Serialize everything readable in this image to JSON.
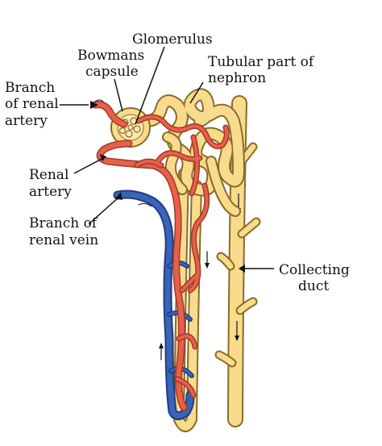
{
  "labels": {
    "glomerulus": "Glomerulus",
    "bowmans_line1": "Bowmans",
    "bowmans_line2": "capsule",
    "tubular_line1": "Tubular part of",
    "tubular_line2": "nephron",
    "branch_artery_line1": "Branch",
    "branch_artery_line2": "of renal",
    "branch_artery_line3": "artery",
    "renal_artery_line1": "Renal",
    "renal_artery_line2": "artery",
    "branch_vein_line1": "Branch of",
    "branch_vein_line2": "renal vein",
    "collecting_line1": "Collecting",
    "collecting_line2": "duct"
  },
  "colors": {
    "tubule_fill": "#f8dc8c",
    "tubule_outline": "#8a6a2a",
    "artery": "#e8604a",
    "artery_outline": "#a03a2a",
    "vein": "#3b63b7",
    "vein_outline": "#1f3d80",
    "label_line": "#111111"
  }
}
